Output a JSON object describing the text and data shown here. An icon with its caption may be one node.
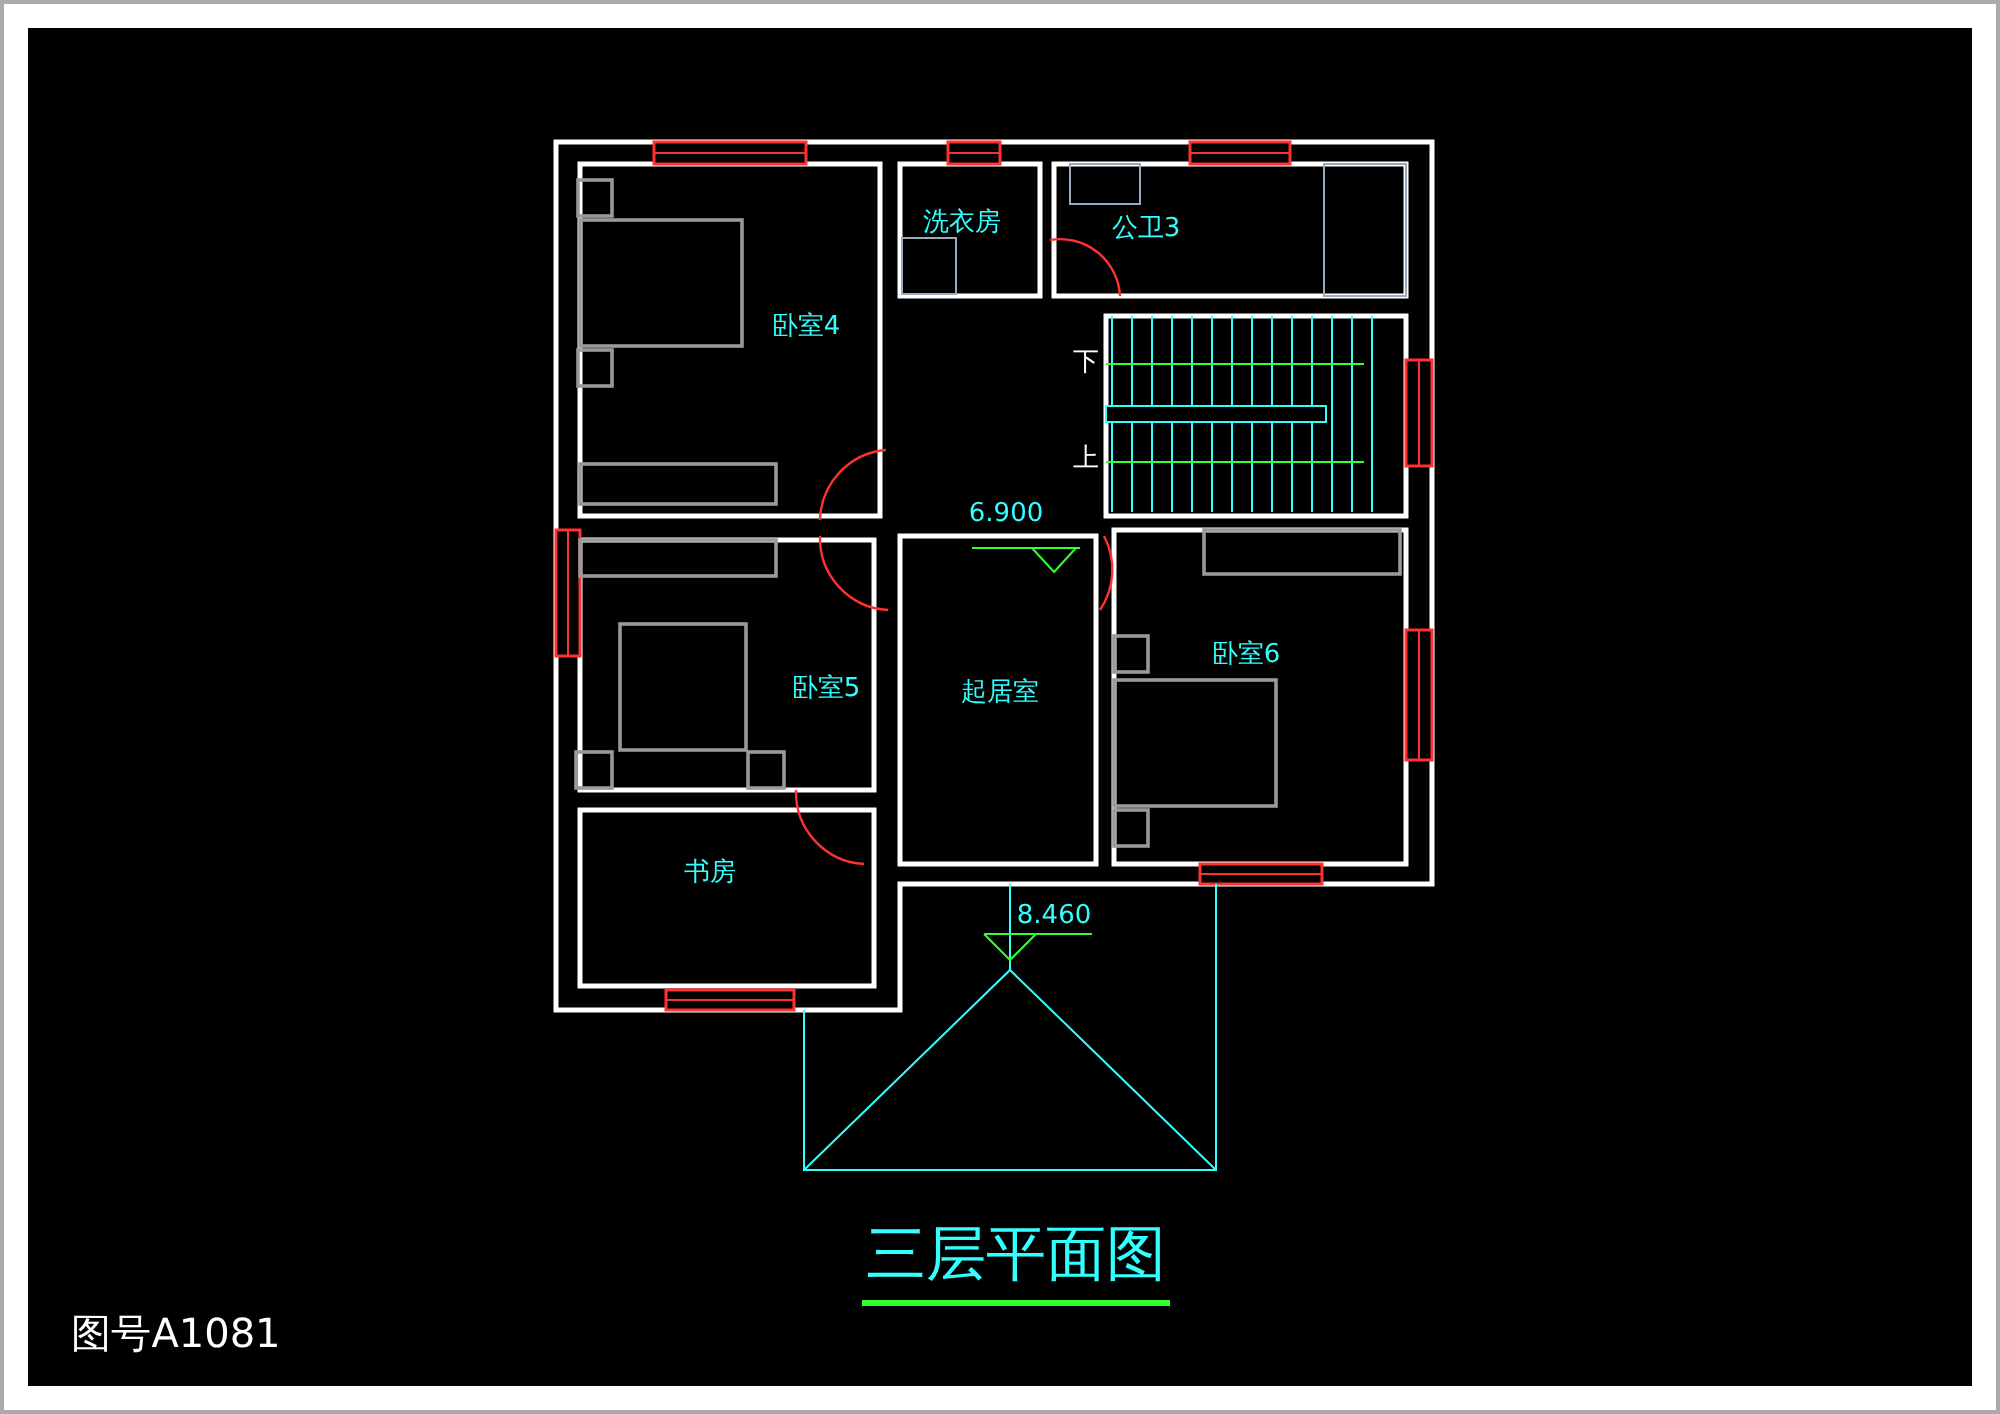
{
  "diagram": {
    "title": "三层平面图",
    "labels": [
      "洗衣房",
      "公卫3",
      "卧室4",
      "下",
      "上",
      "6.900",
      "卧室5",
      "起居室",
      "卧室6",
      "书房",
      "8.460",
      "图号A1081"
    ]
  }
}
